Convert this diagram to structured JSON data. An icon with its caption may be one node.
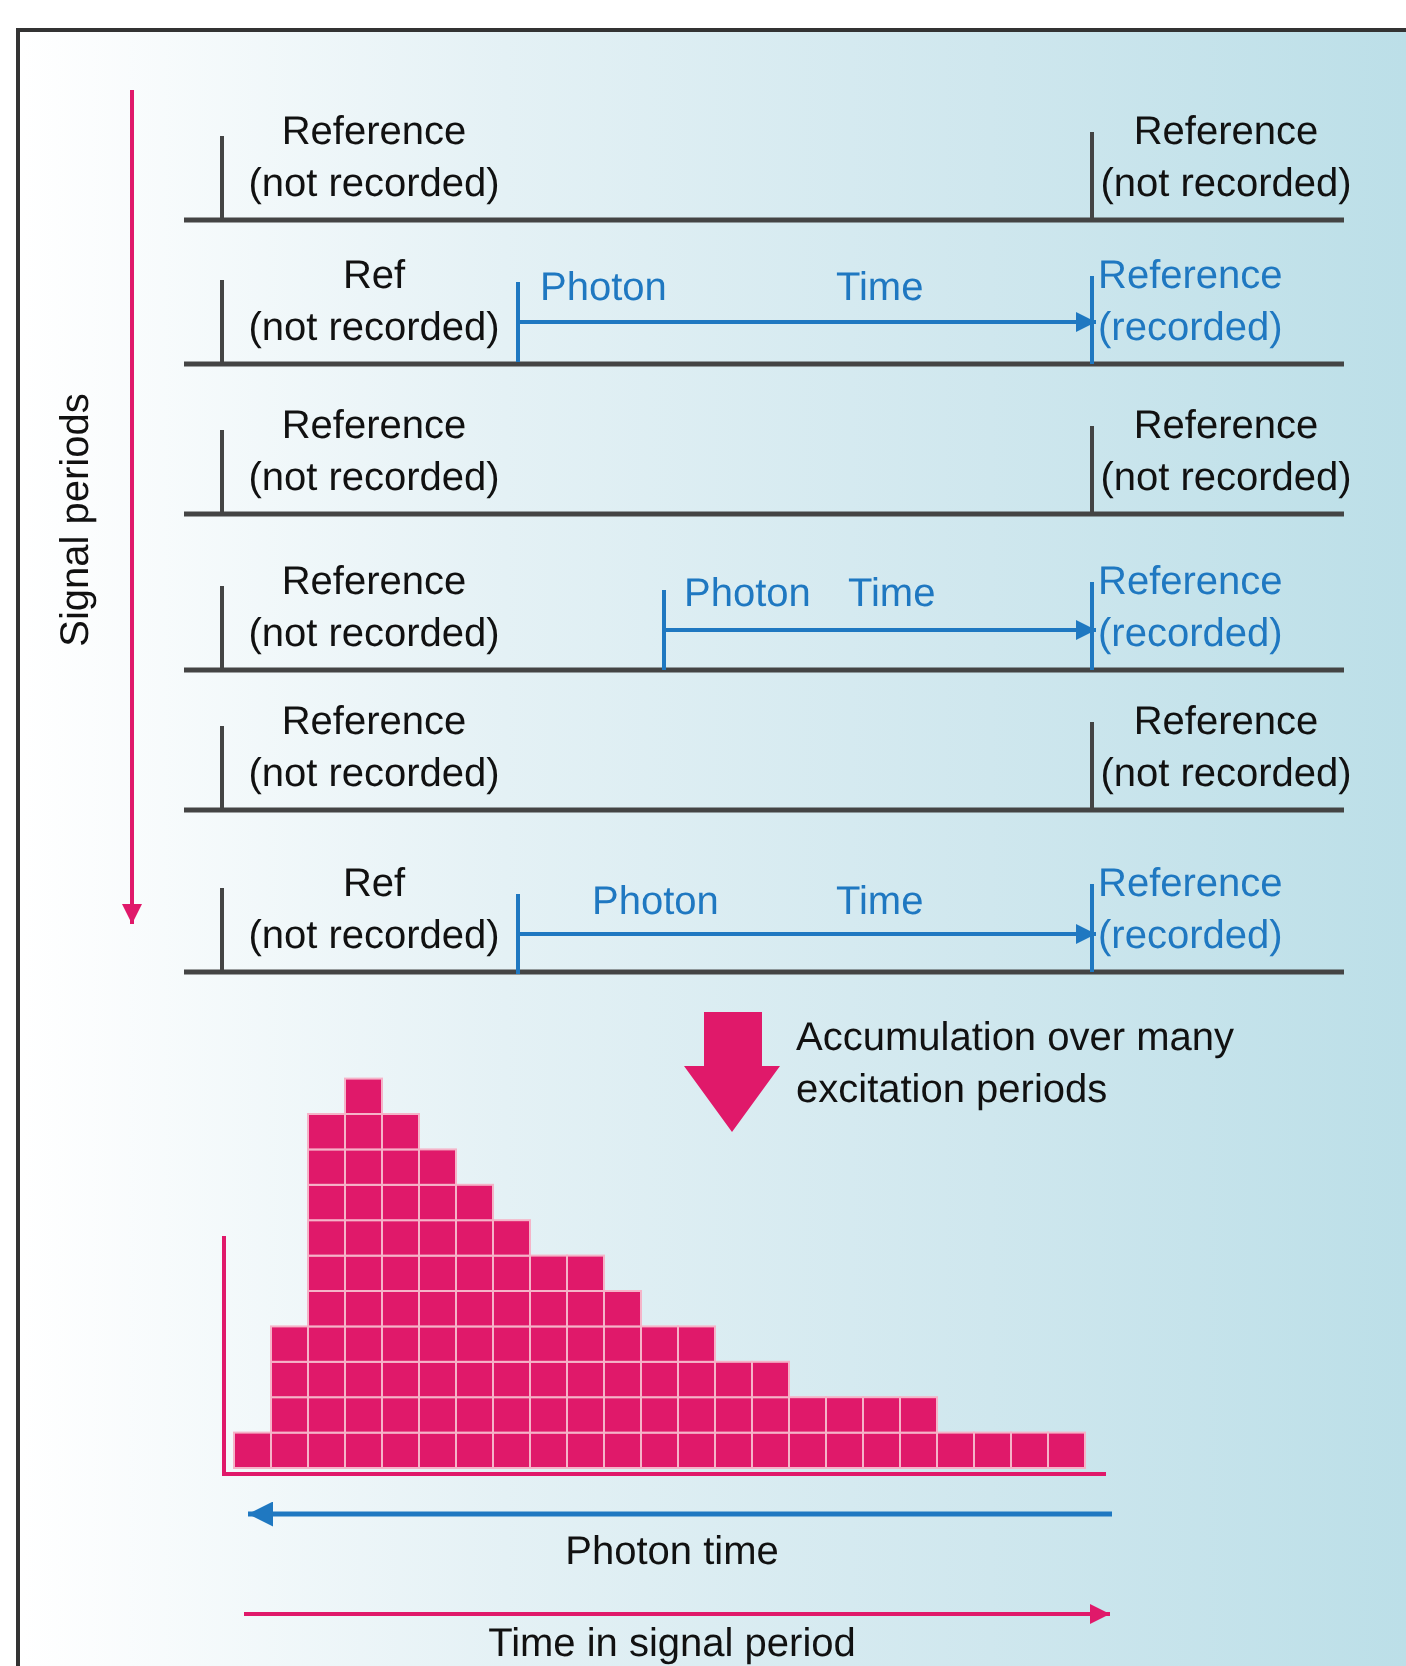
{
  "diagram": {
    "nodes": [
      {
        "text": [
          "Reference (not recorded)"
        ]
      },
      {
        "text": [
          "Reference (not recorded)"
        ]
      },
      {
        "text": [
          "Ref (not recorded)"
        ]
      },
      {
        "text": [
          "Reference (recorded)"
        ]
      },
      {
        "text": [
          "Reference (not recorded)"
        ]
      },
      {
        "text": [
          "Reference (not recorded)"
        ]
      },
      {
        "text": [
          "Reference (not recorded)"
        ]
      },
      {
        "text": [
          "Reference (recorded)"
        ]
      },
      {
        "text": [
          "Reference (not recorded)"
        ]
      },
      {
        "text": [
          "Reference (not recorded)"
        ]
      },
      {
        "text": [
          "Ref (not recorded)"
        ]
      },
      {
        "text": [
          "Reference (recorded)"
        ]
      }
    ],
    "edges": [
      {
        "from": 2,
        "to": 3,
        "arrow": "to"
      },
      {
        "from": null,
        "to": 7,
        "arrow": "to"
      },
      {
        "from": 10,
        "to": 11,
        "arrow": "to"
      }
    ],
    "labels": [
      "Photon",
      "Time",
      "Signal periods",
      "Photon",
      "Time",
      "Photon",
      "Time",
      "Accumulation over many excitation periods",
      "Photon time",
      "Time in signal period"
    ]
  }
}
